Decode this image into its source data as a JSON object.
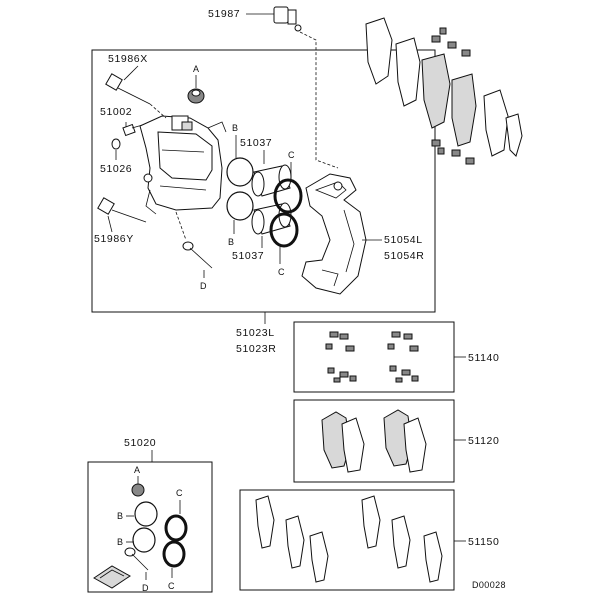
{
  "labels": {
    "bleeder_screw": "51987",
    "bolt_upper": "51986X",
    "bolt_lower": "51986Y",
    "bleeder_valve": "51002",
    "bleeder_cap": "51026",
    "piston": "51037",
    "piston_lower": "51037",
    "support": "51054L",
    "support_r": "51054R",
    "caliper_assy_l": "51023L",
    "caliper_assy_r": "51023R",
    "clip_kit": "51140",
    "pad_shim_kit": "51120",
    "pad_set": "51150",
    "seal_kit": "51020",
    "diagram_code": "D00028"
  },
  "callouts": {
    "a_main": "A",
    "b_upper": "B",
    "b_lower": "B",
    "c_upper": "C",
    "c_lower": "C",
    "d_main": "D",
    "a_kit": "A",
    "b_kit_1": "B",
    "b_kit_2": "B",
    "c_kit_1": "C",
    "c_kit_2": "C",
    "d_kit": "D"
  }
}
